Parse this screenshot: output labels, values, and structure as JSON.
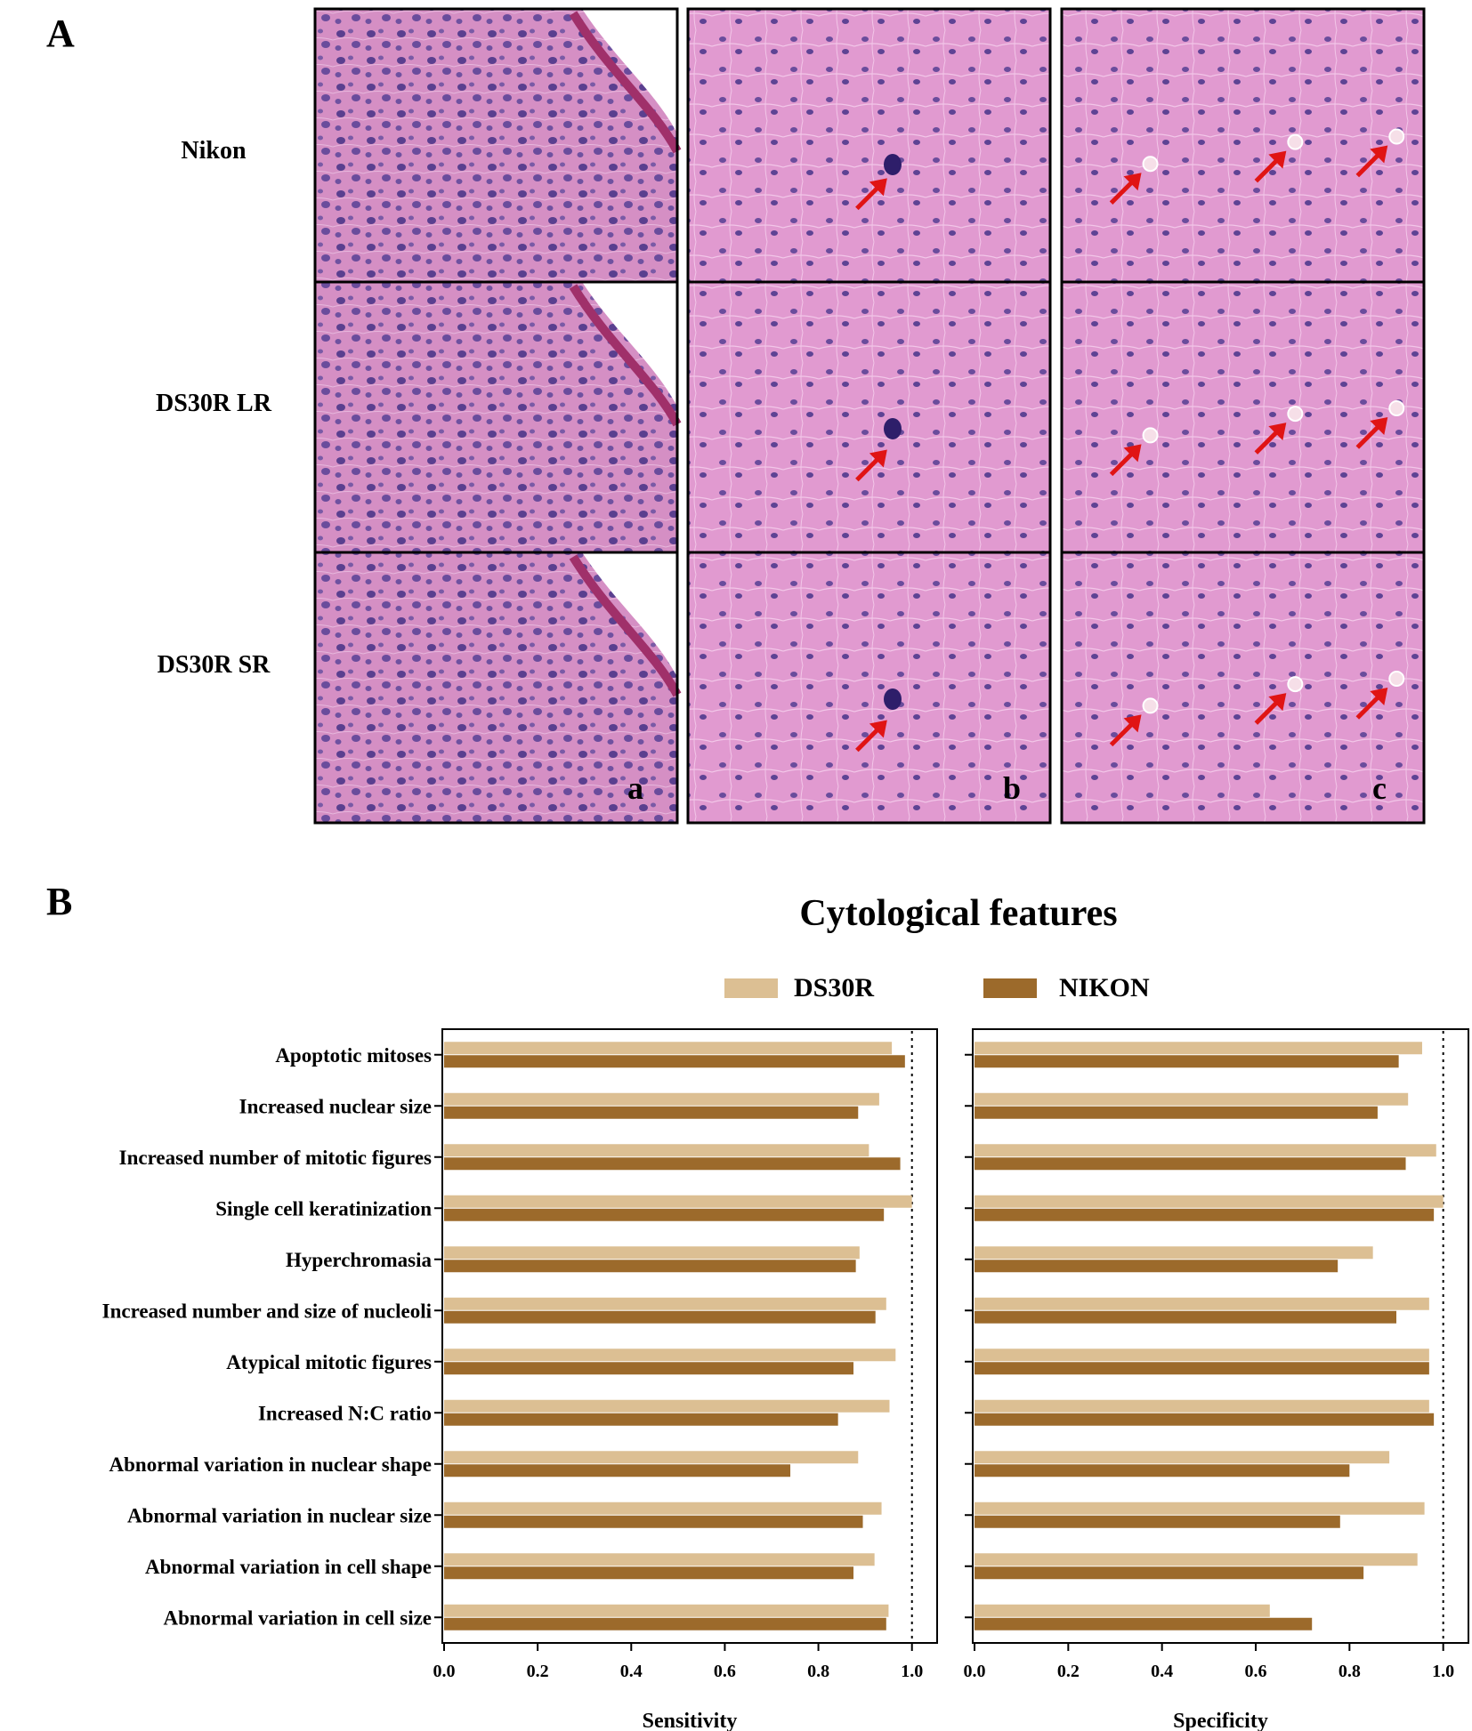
{
  "panel_a": {
    "letter": "A",
    "row_labels": [
      "Nikon",
      "DS30R LR",
      "DS30R SR"
    ],
    "column_letters": [
      "a",
      "b",
      "c"
    ],
    "tissue_colors": {
      "background": "#d58fc4",
      "nucleus": "#5a3f8f",
      "arrow": "#e01414"
    }
  },
  "panel_b": {
    "letter": "B"
  },
  "chart_data": {
    "type": "bar",
    "orientation": "horizontal",
    "title": "Cytological features",
    "legend": {
      "entries": [
        "DS30R",
        "NIKON"
      ],
      "placement": "top-center"
    },
    "categories": [
      "Apoptotic mitoses",
      "Increased nuclear size",
      "Increased number of mitotic figures",
      "Single cell keratinization",
      "Hyperchromasia",
      "Increased number and size of nucleoli",
      "Atypical mitotic figures",
      "Increased N:C ratio",
      "Abnormal variation in nuclear shape",
      "Abnormal variation in nuclear size",
      "Abnormal variation in cell shape",
      "Abnormal variation in cell size"
    ],
    "colors": {
      "DS30R": "#dcbf93",
      "NIKON": "#9c6a2b"
    },
    "subplots": [
      {
        "xlabel": "Sensitivity",
        "xlim": [
          0,
          1.05
        ],
        "xticks": [
          "0.0",
          "0.2",
          "0.4",
          "0.6",
          "0.8",
          "1.0"
        ],
        "reference_line": 1.0,
        "series": [
          {
            "name": "DS30R",
            "values": [
              0.957,
              0.93,
              0.908,
              1.0,
              0.888,
              0.945,
              0.965,
              0.952,
              0.885,
              0.935,
              0.92,
              0.95
            ]
          },
          {
            "name": "NIKON",
            "values": [
              0.985,
              0.885,
              0.975,
              0.94,
              0.88,
              0.922,
              0.875,
              0.842,
              0.74,
              0.895,
              0.875,
              0.945
            ]
          }
        ]
      },
      {
        "xlabel": "Specificity",
        "xlim": [
          0,
          1.05
        ],
        "xticks": [
          "0.0",
          "0.2",
          "0.4",
          "0.6",
          "0.8",
          "1.0"
        ],
        "reference_line": 1.0,
        "series": [
          {
            "name": "DS30R",
            "values": [
              0.955,
              0.925,
              0.985,
              1.0,
              0.85,
              0.97,
              0.97,
              0.97,
              0.885,
              0.96,
              0.945,
              0.63
            ]
          },
          {
            "name": "NIKON",
            "values": [
              0.905,
              0.86,
              0.92,
              0.98,
              0.775,
              0.9,
              0.97,
              0.98,
              0.8,
              0.78,
              0.83,
              0.72
            ]
          }
        ]
      }
    ]
  }
}
